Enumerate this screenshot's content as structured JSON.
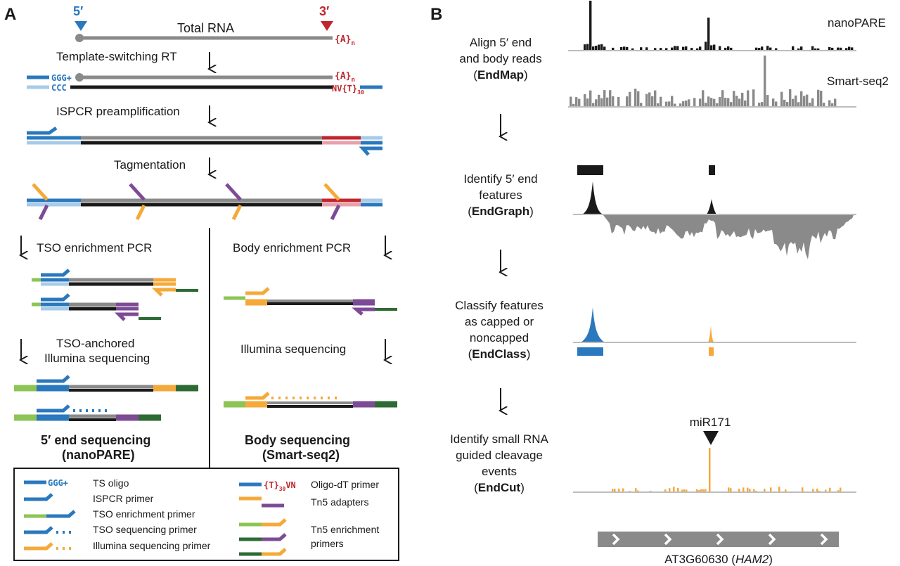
{
  "panel_a": {
    "letter": "A",
    "five_prime": "5′",
    "three_prime": "3′",
    "total_rna": "Total RNA",
    "poly_a": "{A}",
    "poly_a_sub": "n",
    "step_rt": "Template-switching RT",
    "ggg": "GGG+",
    "ccc": "CCC",
    "nvt": "NV{T}",
    "nvt_sub": "30",
    "step_ispcr": "ISPCR preamplification",
    "step_tag": "Tagmentation",
    "step_tso_pcr": "TSO enrichment PCR",
    "step_body_pcr": "Body enrichment PCR",
    "step_tso_seq_1": "TSO-anchored",
    "step_tso_seq_2": "Illumina sequencing",
    "step_ill_seq": "Illumina sequencing",
    "title_left_1": "5′ end sequencing",
    "title_left_2": "(nanoPARE)",
    "title_right_1": "Body sequencing",
    "title_right_2": "(Smart-seq2)",
    "legend": {
      "ts_oligo": "TS oligo",
      "ispcr_primer": "ISPCR primer",
      "tso_enrich": "TSO enrichment primer",
      "tso_seq": "TSO sequencing primer",
      "illumina_seq": "Illumina sequencing primer",
      "oligo_tag": "{T}",
      "oligo_tag_sub": "30",
      "oligo_tag_end": "VN",
      "oligo_dt": "Oligo-dT primer",
      "tn5_adapters": "Tn5 adapters",
      "tn5_enrich_1": "Tn5 enrichment",
      "tn5_enrich_2": "primers"
    }
  },
  "panel_b": {
    "letter": "B",
    "track_nanopare": "nanoPARE",
    "track_smartseq": "Smart-seq2",
    "s1_l1": "Align 5′ end",
    "s1_l2": "and body reads",
    "s1_tool": "EndMap",
    "s2_l1": "Identify 5′ end",
    "s2_l2": "features",
    "s2_tool": "EndGraph",
    "s3_l1": "Classify features",
    "s3_l2": "as capped or",
    "s3_l3": "noncapped",
    "s3_tool": "EndClass",
    "s4_l1": "Identify small RNA",
    "s4_l2": "guided cleavage",
    "s4_l3": "events",
    "s4_tool": "EndCut",
    "mirna": "miR171",
    "gene_id": "AT3G60630",
    "gene_name": "HAM2"
  },
  "colors": {
    "blue": "#2a78bd",
    "light_blue": "#a7cbe8",
    "red": "#c0262e",
    "pink": "#e8a0a8",
    "orange": "#f5a93a",
    "purple": "#7d4b96",
    "green_light": "#8cc456",
    "green_dark": "#2e6b34",
    "gray": "#8a8a8a",
    "dark": "#1a1a1a"
  }
}
